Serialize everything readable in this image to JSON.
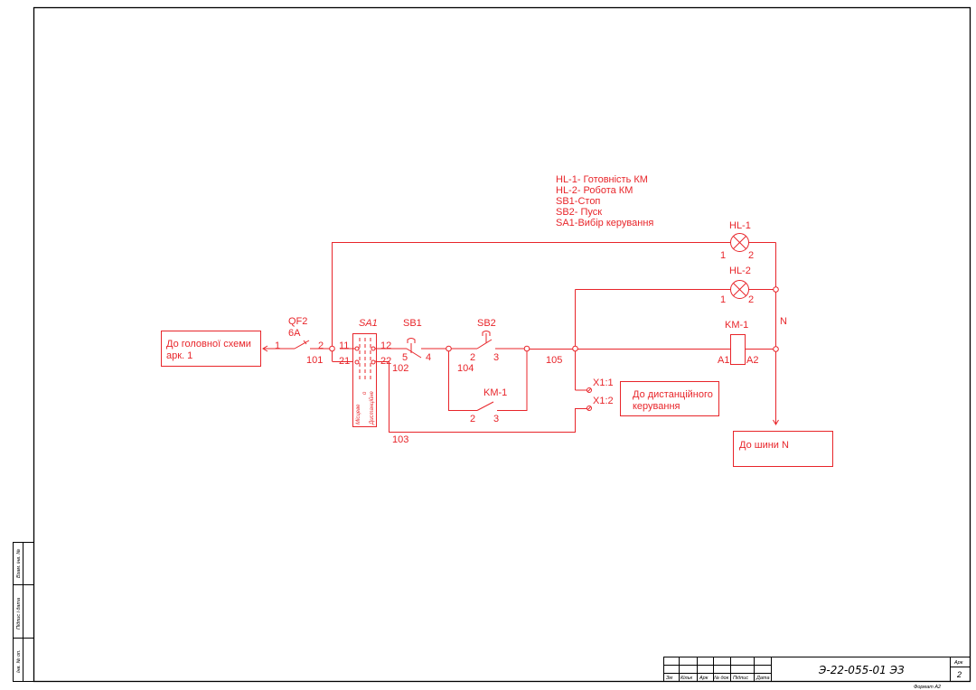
{
  "legend": [
    "HL-1- Готовність КМ",
    "HL-2- Робота КМ",
    "SB1-Стоп",
    "SB2- Пуск",
    "SA1-Вибір керування"
  ],
  "boxes": {
    "main_scheme_line1": "До головної схеми",
    "main_scheme_line2": "арк. 1",
    "remote_line1": "До дистанційного",
    "remote_line2": "керування",
    "bus_n": "До шини N"
  },
  "components": {
    "qf2": "QF2",
    "qf2_rating": "6A",
    "sa1": "SA1",
    "sa1_local": "Місцеве",
    "sa1_o": "о",
    "sa1_remote": "Дистанційне",
    "sb1": "SB1",
    "sb2": "SB2",
    "km1_contact": "KM-1",
    "km1_coil": "KM-1",
    "hl1": "HL-1",
    "hl2": "HL-2",
    "x1_1": "X1:1",
    "x1_2": "X1:2",
    "n": "N"
  },
  "pins": {
    "qf_1": "1",
    "qf_2": "2",
    "sa_11": "11",
    "sa_12": "12",
    "sa_21": "21",
    "sa_22": "22",
    "sb1_5": "5",
    "sb1_4": "4",
    "sb2_2": "2",
    "sb2_3": "3",
    "km_2": "2",
    "km_3": "3",
    "hl1_1": "1",
    "hl1_2": "2",
    "hl2_1": "1",
    "hl2_2": "2",
    "a1": "A1",
    "a2": "A2"
  },
  "wires": {
    "w101": "101",
    "w102": "102",
    "w103": "103",
    "w104": "104",
    "w105": "105"
  },
  "side_stamp": {
    "inv_no": "Інв. № оп.",
    "sign_date": "Підпис і дата",
    "replace_inv": "Взам. інв. №"
  },
  "title_block": {
    "doc_code": "Э-22-055-01 ЭЗ",
    "sheet_label": "Арк",
    "sheet_number": "2",
    "col_zm": "Зм",
    "col_kilk": "Кільк",
    "col_ark": "Арк",
    "col_ndok": "№ док",
    "col_pidpys": "Підпис",
    "col_data": "Дата",
    "format": "Формат А2"
  }
}
